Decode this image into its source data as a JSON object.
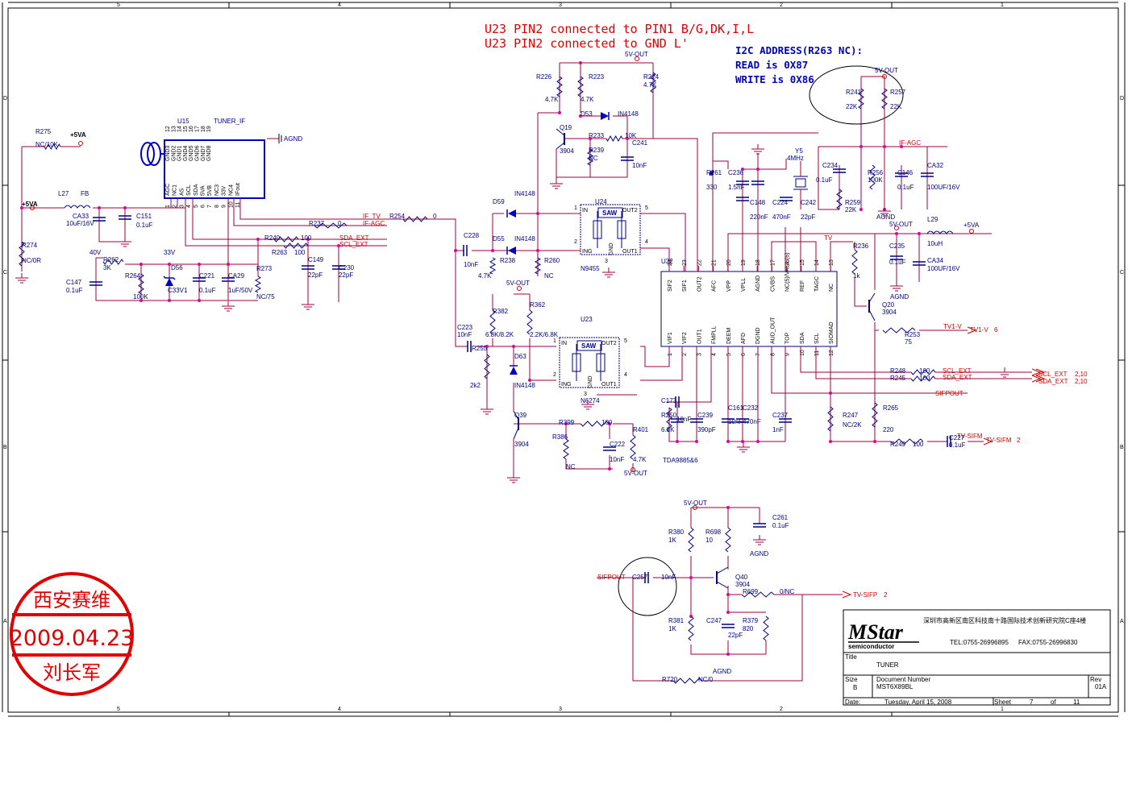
{
  "notes": {
    "line1": "U23 PIN2 connected to PIN1 B/G,DK,I,L",
    "line2": "U23 PIN2 connected to GND L'",
    "i2c_title": "I2C ADDRESS(R263 NC):",
    "i2c_read": "READ is 0X87",
    "i2c_write": "WRITE is 0X86"
  },
  "border": {
    "top_cols": [
      "5",
      "4",
      "3",
      "2",
      "1"
    ],
    "bottom_cols": [
      "5",
      "4",
      "3",
      "2",
      "1"
    ],
    "left_rows": [
      "D",
      "C",
      "B",
      "A"
    ],
    "right_rows": [
      "D",
      "C",
      "B",
      "A"
    ]
  },
  "tuner": {
    "ref": "U15",
    "name": "TUNER_IF",
    "top_pins": [
      "12",
      "13",
      "14",
      "15",
      "16",
      "17",
      "18",
      "19"
    ],
    "gnd_labels": [
      "GND3",
      "GND2",
      "GND1",
      "GND4",
      "GND5",
      "GND6",
      "GND7",
      "GND8"
    ],
    "sig_labels": [
      "AGC",
      "NC1",
      "AS",
      "SCL",
      "SDA",
      "5VA",
      "5VB",
      "NC3",
      "33V",
      "NC4",
      "IFout"
    ],
    "bot_pins": [
      "1",
      "2",
      "3",
      "4",
      "5",
      "6",
      "7",
      "8",
      "9",
      "10",
      "11"
    ]
  },
  "ic": {
    "ref": "U22",
    "part": "TDA9885&6",
    "top_pins": [
      "24",
      "23",
      "22",
      "21",
      "20",
      "19",
      "18",
      "17",
      "16",
      "15",
      "14",
      "13"
    ],
    "top_labels": [
      "SIF2",
      "SIF1",
      "OUT2",
      "AFC",
      "VPP",
      "VPLL",
      "AGND",
      "CVBS",
      "NC(5)/VAGC(6)",
      "REF",
      "TAGC",
      "NC"
    ],
    "bot_pins": [
      "1",
      "2",
      "3",
      "4",
      "5",
      "6",
      "7",
      "8",
      "9",
      "10",
      "11",
      "12"
    ],
    "bot_labels": [
      "VIF1",
      "VIF2",
      "OUT1",
      "FMPLL",
      "DEEM",
      "AFD",
      "DGND",
      "AUD_OUT",
      "TOP",
      "SDA",
      "SCL",
      "SIOMAD"
    ]
  },
  "saw1": {
    "ref": "U24",
    "part": "N9455",
    "title": "SAW",
    "in": "IN",
    "out2": "OUT2",
    "ing": "ING",
    "gnd": "GND",
    "out1": "OUT1",
    "p1": "1",
    "p2": "2",
    "p3": "3",
    "p4": "4",
    "p5": "5"
  },
  "saw2": {
    "ref": "U23",
    "part": "N6274",
    "title": "SAW",
    "in": "IN",
    "out2": "OUT2",
    "ing": "ING",
    "gnd": "GND",
    "out1": "OUT1",
    "p1": "1",
    "p2": "2",
    "p3": "3",
    "p4": "4",
    "p5": "5"
  },
  "nets": {
    "p5va1": "+5VA",
    "p5va2": "+5VA",
    "p5va3": "+5VA",
    "agnd_top": "AGND",
    "agnd1": "AGND",
    "agnd2": "AGND",
    "agnd3": "AGND",
    "agnd4": "AGND",
    "v5out1": "5V-OUT",
    "v5out2": "5V-OUT",
    "v5out3": "5V-OUT",
    "v5out4": "5V-OUT",
    "v5out5": "5V-OUT",
    "v5out6": "5V-OUT",
    "if_tv": "IF_TV",
    "if_agc": "IF-AGC",
    "if_agc2": "IF-AGC",
    "sda_ext1": "SDA_EXT",
    "scl_ext1": "SCL_EXT",
    "scl_ext2": "SCL_EXT",
    "sda_ext2": "SDA_EXT",
    "scl_port": "SCL_EXT",
    "sda_port": "SDA_EXT",
    "scl_pg": "2,10",
    "sda_pg": "2,10",
    "tv": "TV",
    "tv1v": "TV1-V",
    "tv1v_port": "TV1-V",
    "tv1v_pg": "6",
    "sifpout1": "SIFPOUT",
    "sifpout2": "SIFPOUT",
    "tvsifm": "TV-SIFM",
    "tvsifm_port": "TV-SIFM",
    "tvsifm_pg": "2",
    "tvsifp_port": "TV-SIFP",
    "tvsifp_pg": "2",
    "v40": "40V",
    "v33": "33V"
  },
  "components": [
    {
      "id": "r275",
      "ref": "R275",
      "val": "NC/10K"
    },
    {
      "id": "r274",
      "ref": "R274",
      "val": "NC/0R"
    },
    {
      "id": "l27",
      "ref": "L27",
      "val": "FB"
    },
    {
      "id": "ca33",
      "ref": "CA33",
      "val": "10uF/16V"
    },
    {
      "id": "c151",
      "ref": "C151",
      "val": "0.1uF"
    },
    {
      "id": "r262",
      "ref": "R262",
      "val": "3K"
    },
    {
      "id": "r264",
      "ref": "R264",
      "val": "100K"
    },
    {
      "id": "c147",
      "ref": "C147",
      "val": "0.1uF"
    },
    {
      "id": "d56",
      "ref": "D56",
      "val": "C33V1"
    },
    {
      "id": "c221",
      "ref": "C221",
      "val": "0.1uF"
    },
    {
      "id": "ca29",
      "ref": "CA29",
      "val": "1uF/50V"
    },
    {
      "id": "r273",
      "ref": "R273",
      "val": "NC/75"
    },
    {
      "id": "r237",
      "ref": "R237",
      "val": "0"
    },
    {
      "id": "r240",
      "ref": "R240",
      "val": "100"
    },
    {
      "id": "r263",
      "ref": "R263",
      "val": "100"
    },
    {
      "id": "c149",
      "ref": "C149",
      "val": "22pF"
    },
    {
      "id": "c230",
      "ref": "C230",
      "val": "22pF"
    },
    {
      "id": "r254",
      "ref": "R254",
      "val": "0"
    },
    {
      "id": "r226",
      "ref": "R226",
      "val": "4.7K"
    },
    {
      "id": "r223",
      "ref": "R223",
      "val": "4.7K"
    },
    {
      "id": "r224",
      "ref": "R224",
      "val": "4.7K"
    },
    {
      "id": "d53",
      "ref": "D53",
      "val": "IN4148"
    },
    {
      "id": "q19",
      "ref": "Q19",
      "val": "3904"
    },
    {
      "id": "r233",
      "ref": "R233",
      "val": "10K"
    },
    {
      "id": "r239",
      "ref": "R239",
      "val": "NC"
    },
    {
      "id": "c241",
      "ref": "C241",
      "val": "10nF"
    },
    {
      "id": "d59",
      "ref": "D59",
      "val": "IN4148"
    },
    {
      "id": "d55",
      "ref": "D55",
      "val": "IN4148"
    },
    {
      "id": "c228",
      "ref": "C228",
      "val": "10nF"
    },
    {
      "id": "r238",
      "ref": "R238",
      "val": "4.7K"
    },
    {
      "id": "r260",
      "ref": "R260",
      "val": "NC"
    },
    {
      "id": "r382",
      "ref": "R382",
      "val": "6.8K/8.2K"
    },
    {
      "id": "r362",
      "ref": "R362",
      "val": "2.2K/6.8K"
    },
    {
      "id": "c223",
      "ref": "C223",
      "val": "10nF"
    },
    {
      "id": "r255",
      "ref": "R255",
      "val": "2k2"
    },
    {
      "id": "d63",
      "ref": "D63",
      "val": "IN4148"
    },
    {
      "id": "q39",
      "ref": "Q39",
      "val": "3904"
    },
    {
      "id": "r399",
      "ref": "R399",
      "val": "100"
    },
    {
      "id": "r386",
      "ref": "R386",
      "val": "NC"
    },
    {
      "id": "c222",
      "ref": "C222",
      "val": "10nF"
    },
    {
      "id": "r401",
      "ref": "R401",
      "val": "4.7K"
    },
    {
      "id": "c173",
      "ref": "C173",
      "val": ""
    },
    {
      "id": "r250",
      "ref": "R250",
      "val": "6.8K"
    },
    {
      "id": "c239a",
      "ref": "",
      "val": "10nF"
    },
    {
      "id": "c239",
      "ref": "C239",
      "val": "390pF"
    },
    {
      "id": "c161",
      "ref": "C161",
      "val": "10nF"
    },
    {
      "id": "c232",
      "ref": "C232",
      "val": "470nF"
    },
    {
      "id": "c237",
      "ref": "C237",
      "val": "1nF"
    },
    {
      "id": "r261",
      "ref": "R261",
      "val": "330"
    },
    {
      "id": "c236",
      "ref": "C236",
      "val": "1.5nF"
    },
    {
      "id": "c148",
      "ref": "C148",
      "val": "220nF"
    },
    {
      "id": "c224",
      "ref": "C224",
      "val": "470nF"
    },
    {
      "id": "y5",
      "ref": "Y5",
      "val": "4MHz"
    },
    {
      "id": "c242",
      "ref": "C242",
      "val": "22pF"
    },
    {
      "id": "r241",
      "ref": "R241",
      "val": "22K"
    },
    {
      "id": "r257",
      "ref": "R257",
      "val": "22K"
    },
    {
      "id": "c234",
      "ref": "C234",
      "val": "0.1uF"
    },
    {
      "id": "r256",
      "ref": "R256",
      "val": "100K"
    },
    {
      "id": "c146",
      "ref": "C146",
      "val": "0.1uF"
    },
    {
      "id": "ca32",
      "ref": "CA32",
      "val": "100UF/16V"
    },
    {
      "id": "r259",
      "ref": "R259",
      "val": "22K"
    },
    {
      "id": "l29",
      "ref": "L29",
      "val": "10uH"
    },
    {
      "id": "c235",
      "ref": "C235",
      "val": "0.1uF"
    },
    {
      "id": "ca34",
      "ref": "CA34",
      "val": "100UF/16V"
    },
    {
      "id": "r236",
      "ref": "R236",
      "val": "1k"
    },
    {
      "id": "q20",
      "ref": "Q20",
      "val": "3904"
    },
    {
      "id": "r253",
      "ref": "R253",
      "val": "75"
    },
    {
      "id": "r248",
      "ref": "R248",
      "val": "100"
    },
    {
      "id": "r245",
      "ref": "R245",
      "val": "100"
    },
    {
      "id": "r247",
      "ref": "R247",
      "val": "NC/2K"
    },
    {
      "id": "r265",
      "ref": "R265",
      "val": "220"
    },
    {
      "id": "r249",
      "ref": "R249",
      "val": "100"
    },
    {
      "id": "c227",
      "ref": "C227",
      "val": "0.1uF"
    },
    {
      "id": "r380",
      "ref": "R380",
      "val": "1K"
    },
    {
      "id": "r698",
      "ref": "R698",
      "val": "10"
    },
    {
      "id": "c261",
      "ref": "C261",
      "val": "0.1uF"
    },
    {
      "id": "c257",
      "ref": "C257",
      "val": "10nF"
    },
    {
      "id": "q40",
      "ref": "Q40",
      "val": "3904"
    },
    {
      "id": "r699",
      "ref": "R699",
      "val": "0/NC"
    },
    {
      "id": "r381",
      "ref": "R381",
      "val": "1K"
    },
    {
      "id": "c247",
      "ref": "C247",
      "val": "22pF"
    },
    {
      "id": "r379",
      "ref": "R379",
      "val": "820"
    },
    {
      "id": "r720",
      "ref": "R720",
      "val": "NC/0"
    }
  ],
  "titleblock": {
    "company_cn": "深圳市高新区南区科技南十路国际技术创新研究院C座4楼",
    "logo": "MStar",
    "logo_sub": "semiconductor",
    "tel": "TEL:0755-26996895",
    "fax": "FAX:0755-26996830",
    "title_lbl": "Title",
    "title": "TUNER",
    "size_lbl": "Size",
    "size": "B",
    "docnum_lbl": "Document Number",
    "docnum": "MST6X89BL",
    "rev_lbl": "Rev",
    "rev": "01A",
    "date_lbl": "Date:",
    "date": "Tuesday, April 15, 2008",
    "sheet_lbl": "Sheet",
    "sheet": "7",
    "of_lbl": "of",
    "total": "11"
  },
  "stamp": {
    "line1": "西安赛维",
    "line2": "2009.04.23",
    "line3": "刘长军"
  }
}
